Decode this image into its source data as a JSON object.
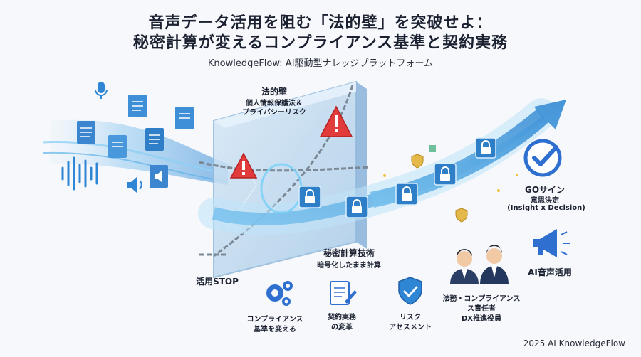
{
  "title_line1": "音声データ活用を阻む「法的壁」を突破せよ：",
  "title_line2": "秘密計算が変えるコンプライアンス基準と契約実務",
  "subtitle": "KnowledgeFlow: AI駆動型ナレッジプラットフォーム",
  "legal_wall": {
    "heading": "法的壁",
    "line1": "個人情報保護法＆",
    "line2": "プライバシーリスク"
  },
  "stop_label": "活用STOP",
  "secure_compute": {
    "heading": "秘密計算技術",
    "sub": "暗号化したまま計算"
  },
  "go_sign": {
    "heading": "GOサイン",
    "sub": "意思決定",
    "detail": "(Insight x Decision)"
  },
  "ai_voice": "AI音声活用",
  "bottom_items": [
    {
      "line1": "コンプライアンス",
      "line2": "基準を変える"
    },
    {
      "line1": "契約実務",
      "line2": "の変革"
    },
    {
      "line1": "リスク",
      "line2": "アセスメント"
    }
  ],
  "people": {
    "line1": "法務・コンプライアンス",
    "line2": "ス責任者",
    "line3": "DX推進役員"
  },
  "footer": "2025 AI KnowledgeFlow",
  "colors": {
    "flow_blue": "#3a8fd6",
    "warning_red": "#e23b3b",
    "check_blue": "#2f6fd0",
    "shield_gold": "#e5b84a"
  }
}
